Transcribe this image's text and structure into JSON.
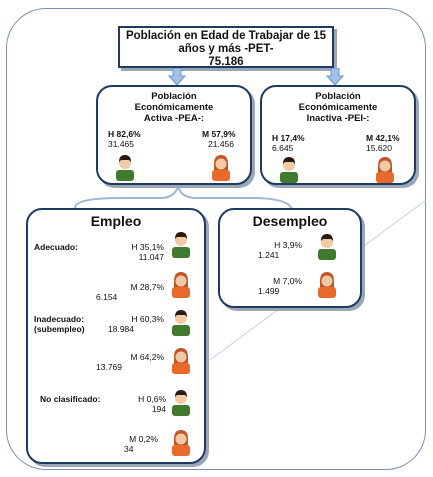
{
  "pet": {
    "line1": "Población en Edad de Trabajar de 15",
    "line2": "años y más -PET-",
    "value": "75.186"
  },
  "pea": {
    "title1": "Población",
    "title2": "Económicamente",
    "title3": "Activa -PEA-:",
    "h_pct": "H 82,6%",
    "h_num": "31.465",
    "m_pct": "M 57,9%",
    "m_num": "21.456"
  },
  "pei": {
    "title1": "Población",
    "title2": "Económicamente",
    "title3": "Inactiva -PEI-:",
    "h_pct": "H 17,4%",
    "h_num": "6.645",
    "m_pct": "M 42,1%",
    "m_num": "15.620"
  },
  "empleo": {
    "title": "Empleo",
    "adecuado_label": "Adecuado:",
    "adecuado_h_pct": "H 35,1%",
    "adecuado_h_num": "11.047",
    "adecuado_m_pct": "M 28,7%",
    "adecuado_m_num": "6.154",
    "inadecuado_label1": "Inadecuado:",
    "inadecuado_label2": "(subempleo)",
    "inadecuado_h_pct": "H 60,3%",
    "inadecuado_h_num": "18.984",
    "inadecuado_m_pct": "M 64,2%",
    "inadecuado_m_num": "13.769",
    "noclasif_label": "No clasificado:",
    "noclasif_h_pct": "H 0,6%",
    "noclasif_h_num": "194",
    "noclasif_m_pct": "M 0,2%",
    "noclasif_m_num": "34"
  },
  "desempleo": {
    "title": "Desempleo",
    "h_pct": "H 3,9%",
    "h_num": "1.241",
    "m_pct": "M 7,0%",
    "m_num": "1.499"
  },
  "colors": {
    "border": "#1f3a5f",
    "arrow": "#9fc0e8",
    "male_shirt": "#3f7a2e",
    "female_shirt": "#e86a2a",
    "hair_male": "#2b1a12",
    "hair_female": "#c0562a",
    "skin": "#f1c9a5"
  }
}
